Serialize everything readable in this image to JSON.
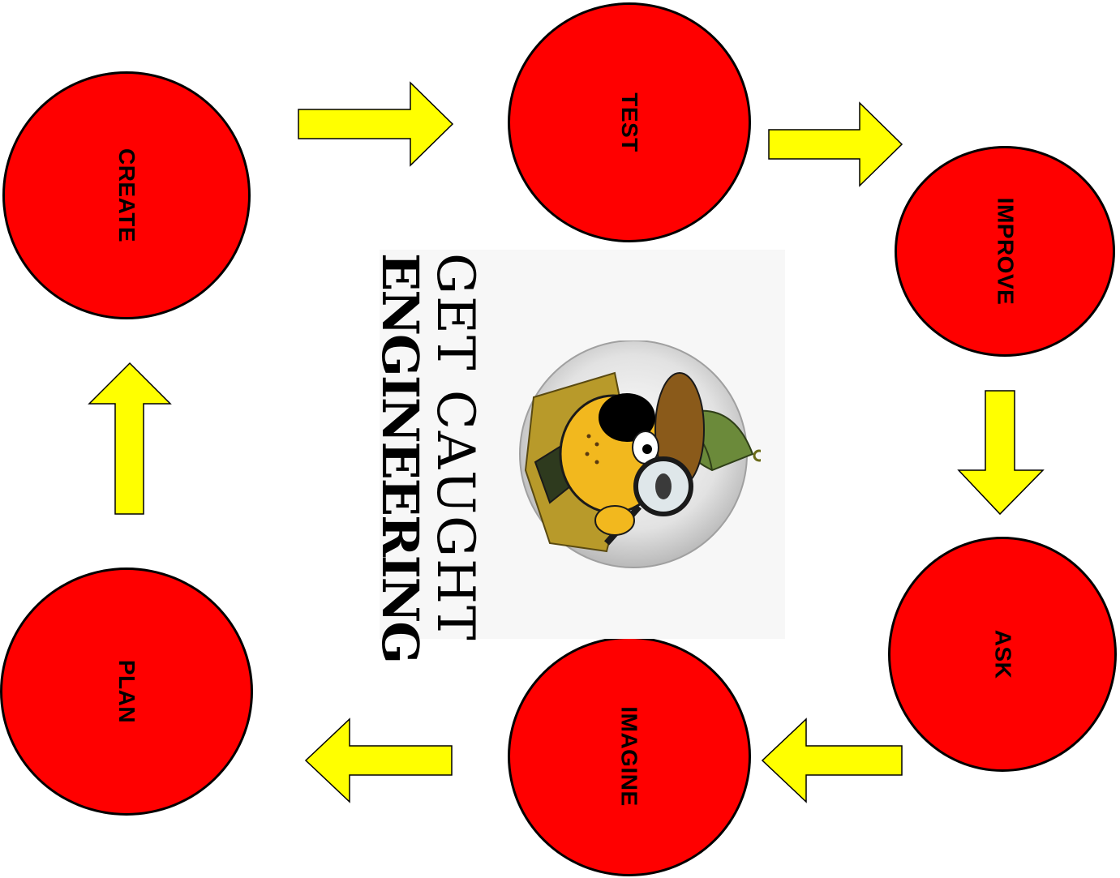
{
  "steps": {
    "create": "CREATE",
    "test": "TEST",
    "improve": "IMPROVE",
    "ask": "ASK",
    "imagine": "IMAGINE",
    "plan": "PLAN"
  },
  "logo": {
    "line1": "GET CAUGHT",
    "line2": "ENGINEERING"
  },
  "colors": {
    "step_fill": "#ff0000",
    "arrow_fill": "#ffff00",
    "outline": "#000000"
  },
  "icons": {
    "mascot": "detective-dog-with-magnifying-glass"
  }
}
